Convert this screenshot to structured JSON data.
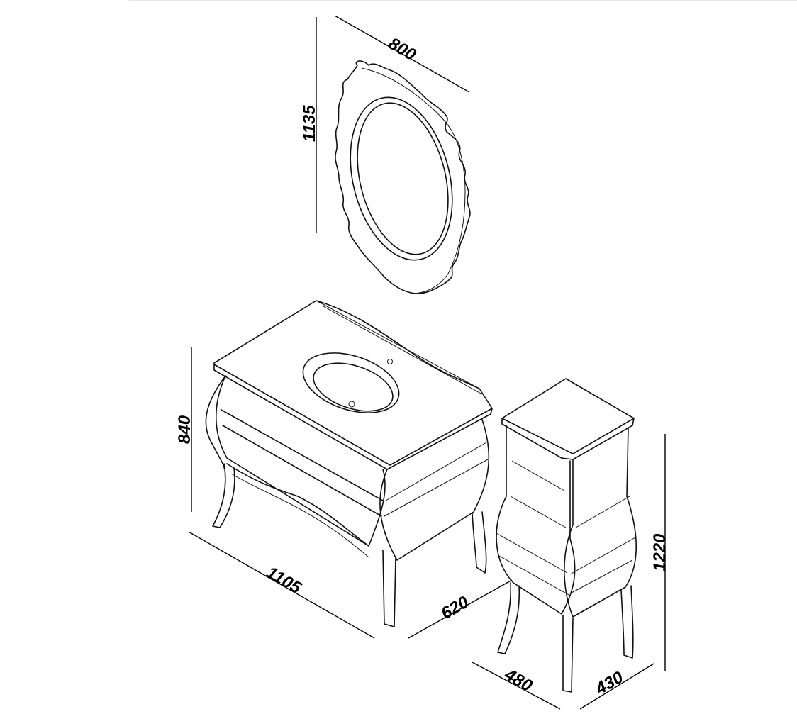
{
  "dimensions": {
    "mirror_width": "800",
    "mirror_height": "1135",
    "vanity_height": "840",
    "vanity_width": "1105",
    "vanity_depth": "620",
    "cabinet_width": "480",
    "cabinet_depth": "430",
    "cabinet_height": "1220"
  }
}
